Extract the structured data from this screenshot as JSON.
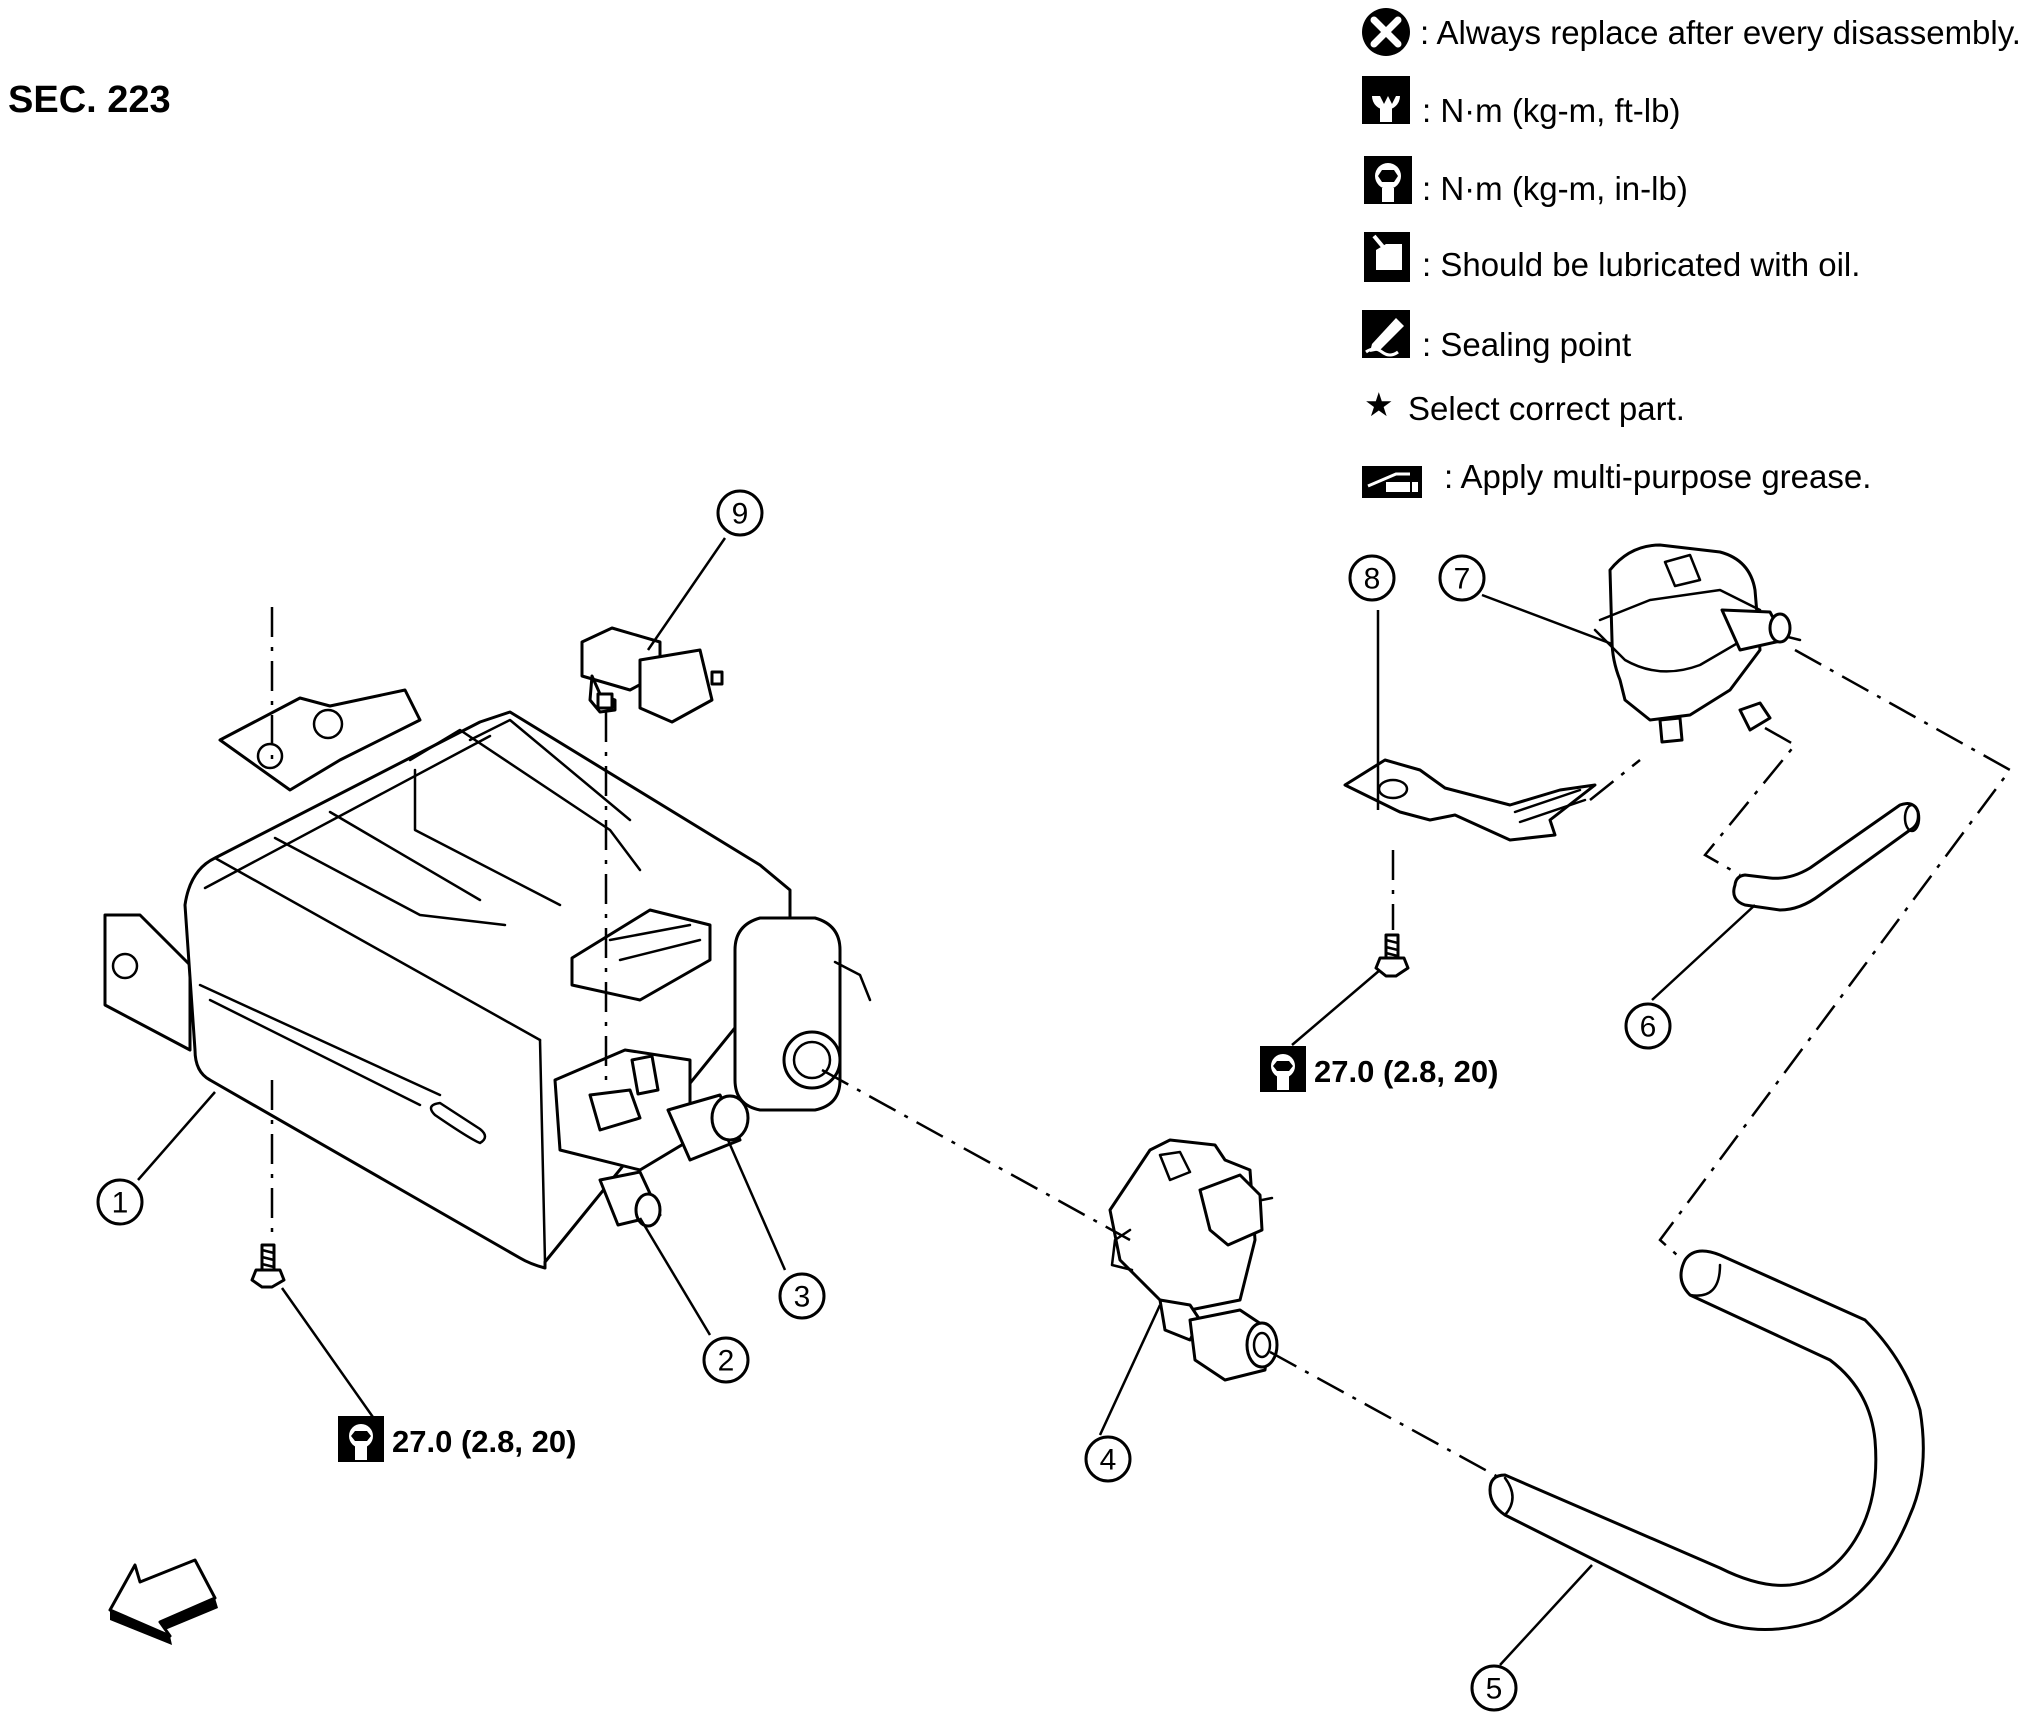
{
  "section": "SEC. 223",
  "legend": [
    {
      "icon": "replace-icon",
      "text": ": Always replace after every disassembly."
    },
    {
      "icon": "torque-ft-lb-icon",
      "text": ": N·m (kg-m, ft-lb)"
    },
    {
      "icon": "torque-in-lb-icon",
      "text": ": N·m (kg-m, in-lb)"
    },
    {
      "icon": "oil-can-icon",
      "text": ": Should be lubricated with oil."
    },
    {
      "icon": "sealing-icon",
      "text": ": Sealing point"
    },
    {
      "icon": "star-icon",
      "text": "Select correct part."
    },
    {
      "icon": "grease-icon",
      "text": ": Apply multi-purpose grease."
    }
  ],
  "star_glyph": "★",
  "callouts": [
    "1",
    "2",
    "3",
    "4",
    "5",
    "6",
    "7",
    "8",
    "9"
  ],
  "torques": [
    "27.0 (2.8, 20)",
    "27.0 (2.8, 20)"
  ]
}
